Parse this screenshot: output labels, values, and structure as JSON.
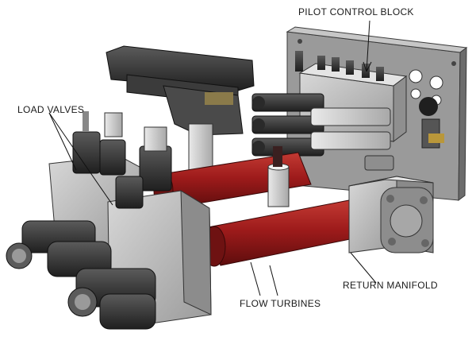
{
  "callouts": {
    "pilot_control_block": "PILOT CONTROL BLOCK",
    "load_valves": "LOAD VALVES",
    "return_manifold": "RETURN MANIFOLD",
    "flow_turbines": "FLOW TURBINES"
  },
  "colors": {
    "turbine_red": "#9e1b1b",
    "body_grey": "#b9b9b9",
    "dark_grey": "#3a3a3a",
    "plate_grey": "#8c8c8c"
  }
}
